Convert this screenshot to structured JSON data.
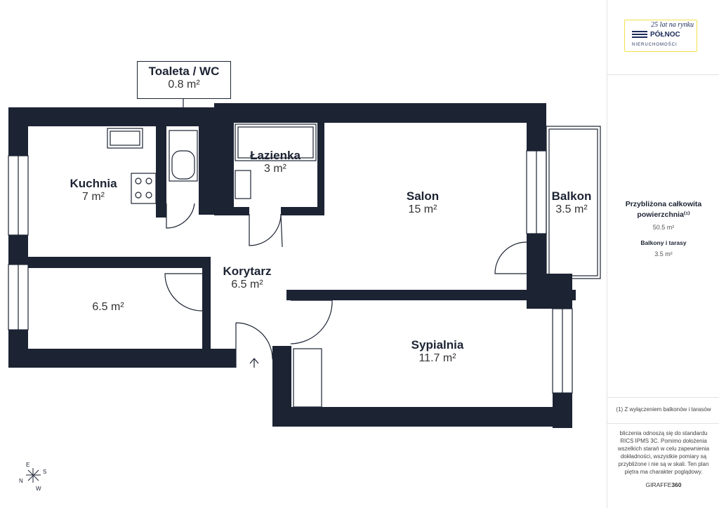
{
  "rooms": {
    "toilet": {
      "name": "Toaleta / WC",
      "area": "0.8 m²"
    },
    "kitchen": {
      "name": "Kuchnia",
      "area": "7 m²"
    },
    "bathroom": {
      "name": "Łazienka",
      "area": "3 m²"
    },
    "living": {
      "name": "Salon",
      "area": "15 m²"
    },
    "balcony": {
      "name": "Balkon",
      "area": "3.5 m²"
    },
    "corridor": {
      "name": "Korytarz",
      "area": "6.5 m²"
    },
    "room": {
      "area": "6.5 m²"
    },
    "bedroom": {
      "name": "Sypialnia",
      "area": "11.7 m²"
    }
  },
  "compass": {
    "n": "N",
    "e": "E",
    "s": "S",
    "w": "W"
  },
  "panel": {
    "logo": {
      "tagline": "25 lat na rynku",
      "name": "PÓŁNOC",
      "sub": "NIERUCHOMOŚCI"
    },
    "total_label": "Przybliżona całkowita powierzchnia⁽¹⁾",
    "total_value": "50.5 m²",
    "balcony_label": "Balkony i tarasy",
    "balcony_value": "3.5 m²",
    "footnote": "(1) Z wyłączeniem balkonów i tarasów",
    "disclaimer": "bliczenia odnoszą się do standardu RICS IPMS 3C. Pomimo dołożenia wszelkich starań w celu zapewnienia dokładności, wszystkie pomiary są przybliżone i nie są w skali. Ten plan piętra ma charakter poglądowy.",
    "brand_a": "GIRAFFE",
    "brand_b": "360"
  },
  "colors": {
    "wall": "#1c2333",
    "logo_border": "#f2e14a"
  }
}
